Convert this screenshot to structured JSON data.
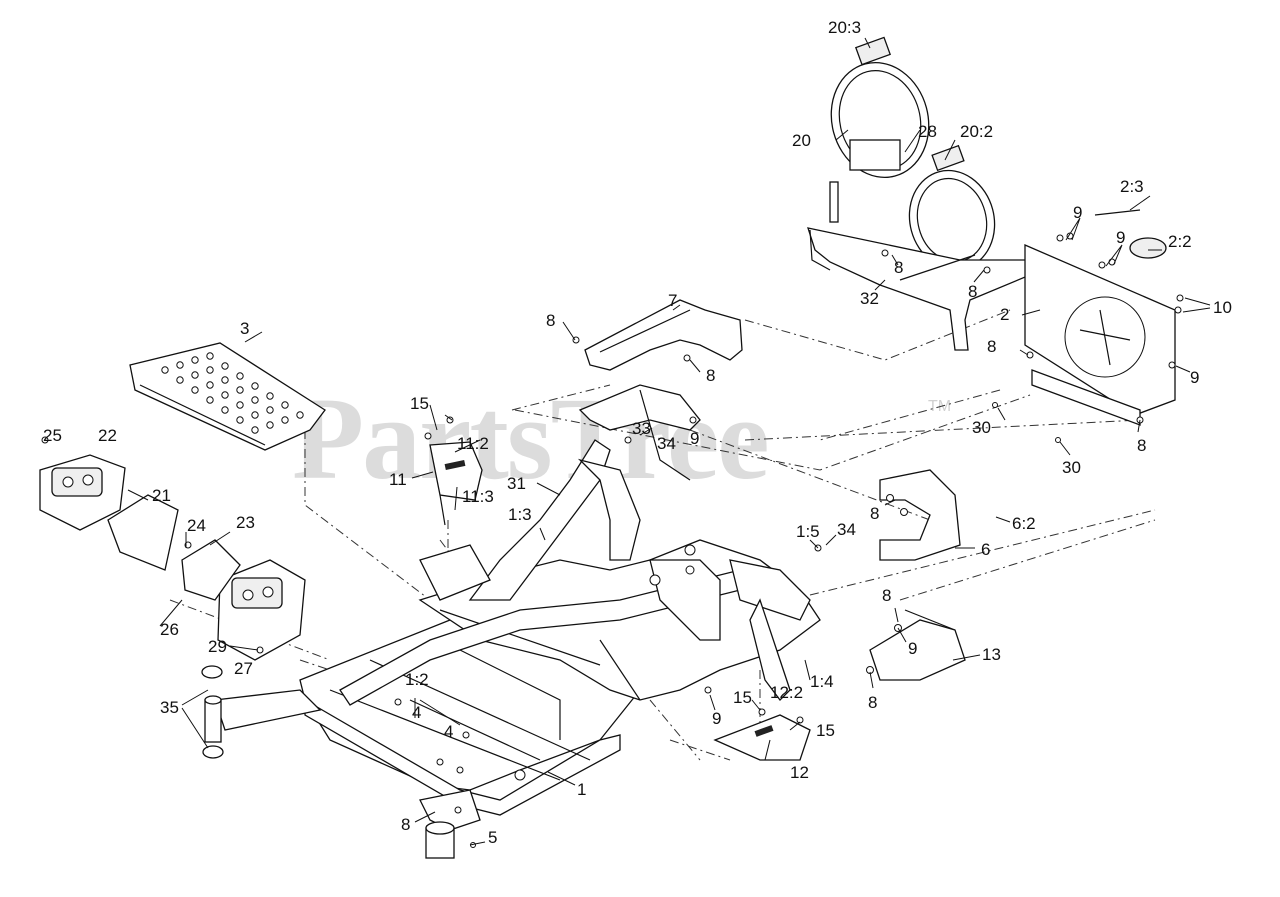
{
  "watermark": {
    "text": "PartsTree",
    "trademark": "TM"
  },
  "callouts": [
    {
      "id": "c-20-3",
      "text": "20:3"
    },
    {
      "id": "c-20",
      "text": "20"
    },
    {
      "id": "c-28",
      "text": "28"
    },
    {
      "id": "c-20-2",
      "text": "20:2"
    },
    {
      "id": "c-2-3",
      "text": "2:3"
    },
    {
      "id": "c-9-a",
      "text": "9"
    },
    {
      "id": "c-9-b",
      "text": "9"
    },
    {
      "id": "c-2-2",
      "text": "2:2"
    },
    {
      "id": "c-10",
      "text": "10"
    },
    {
      "id": "c-2",
      "text": "2"
    },
    {
      "id": "c-8-a",
      "text": "8"
    },
    {
      "id": "c-8-b",
      "text": "8"
    },
    {
      "id": "c-32",
      "text": "32"
    },
    {
      "id": "c-7",
      "text": "7"
    },
    {
      "id": "c-8-c",
      "text": "8"
    },
    {
      "id": "c-8-d",
      "text": "8"
    },
    {
      "id": "c-3",
      "text": "3"
    },
    {
      "id": "c-8-e",
      "text": "8"
    },
    {
      "id": "c-9-c",
      "text": "9"
    },
    {
      "id": "c-30-a",
      "text": "30"
    },
    {
      "id": "c-8-f",
      "text": "8"
    },
    {
      "id": "c-30-b",
      "text": "30"
    },
    {
      "id": "c-15-a",
      "text": "15"
    },
    {
      "id": "c-11-2",
      "text": "11:2"
    },
    {
      "id": "c-33",
      "text": "33"
    },
    {
      "id": "c-34-a",
      "text": "34"
    },
    {
      "id": "c-9-d",
      "text": "9"
    },
    {
      "id": "c-25",
      "text": "25"
    },
    {
      "id": "c-22",
      "text": "22"
    },
    {
      "id": "c-11",
      "text": "11"
    },
    {
      "id": "c-21",
      "text": "21"
    },
    {
      "id": "c-31",
      "text": "31"
    },
    {
      "id": "c-11-3",
      "text": "11:3"
    },
    {
      "id": "c-24",
      "text": "24"
    },
    {
      "id": "c-23",
      "text": "23"
    },
    {
      "id": "c-1-3",
      "text": "1:3"
    },
    {
      "id": "c-8-g",
      "text": "8"
    },
    {
      "id": "c-6-2",
      "text": "6:2"
    },
    {
      "id": "c-1-5",
      "text": "1:5"
    },
    {
      "id": "c-34-b",
      "text": "34"
    },
    {
      "id": "c-6",
      "text": "6"
    },
    {
      "id": "c-26",
      "text": "26"
    },
    {
      "id": "c-8-h",
      "text": "8"
    },
    {
      "id": "c-29",
      "text": "29"
    },
    {
      "id": "c-27",
      "text": "27"
    },
    {
      "id": "c-9-e",
      "text": "9"
    },
    {
      "id": "c-13",
      "text": "13"
    },
    {
      "id": "c-1-2",
      "text": "1:2"
    },
    {
      "id": "c-1-4",
      "text": "1:4"
    },
    {
      "id": "c-35",
      "text": "35"
    },
    {
      "id": "c-4-a",
      "text": "4"
    },
    {
      "id": "c-8-i",
      "text": "8"
    },
    {
      "id": "c-15-b",
      "text": "15"
    },
    {
      "id": "c-12-2",
      "text": "12:2"
    },
    {
      "id": "c-9-f",
      "text": "9"
    },
    {
      "id": "c-15-c",
      "text": "15"
    },
    {
      "id": "c-4-b",
      "text": "4"
    },
    {
      "id": "c-12",
      "text": "12"
    },
    {
      "id": "c-1",
      "text": "1"
    },
    {
      "id": "c-8-j",
      "text": "8"
    },
    {
      "id": "c-5",
      "text": "5"
    }
  ]
}
